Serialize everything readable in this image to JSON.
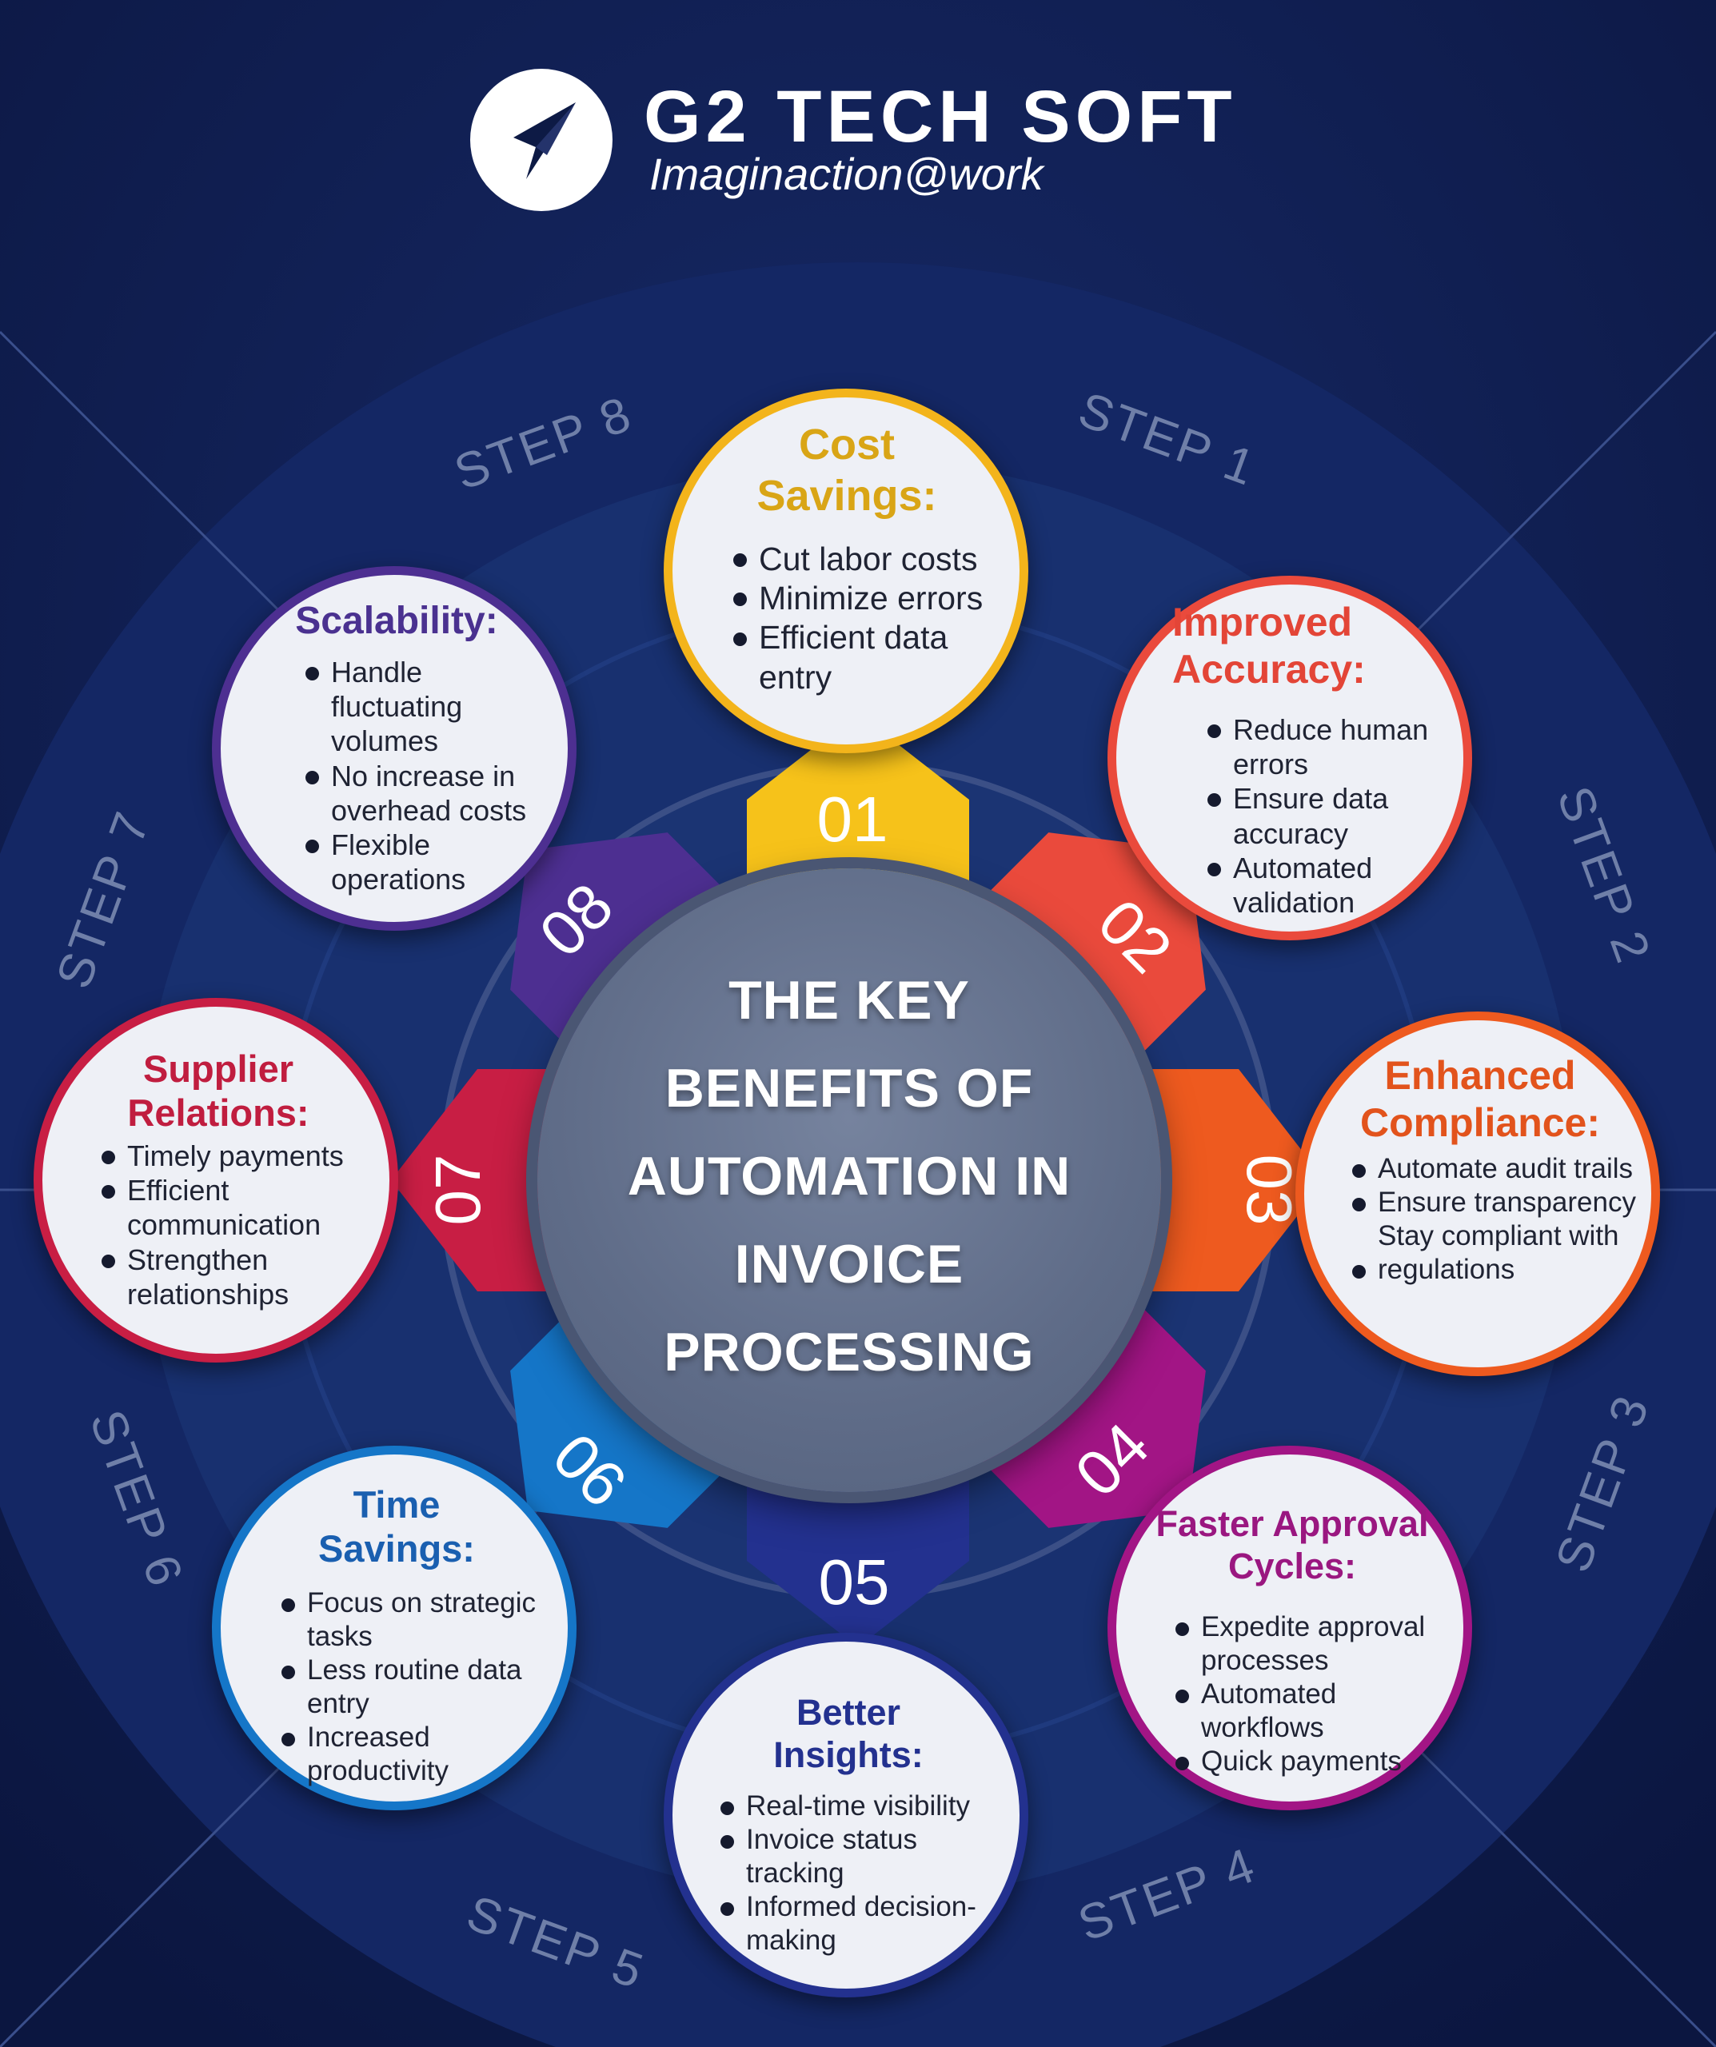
{
  "brand": {
    "name": "G2 TECH SOFT",
    "tagline": "Imaginaction@work",
    "logo_icon": "paper-plane-icon"
  },
  "center": {
    "title": "THE KEY BENEFITS OF AUTOMATION IN INVOICE PROCESSING"
  },
  "steps": [
    "STEP 1",
    "STEP 2",
    "STEP 3",
    "STEP 4",
    "STEP 5",
    "STEP 6",
    "STEP 7",
    "STEP 8"
  ],
  "benefits": [
    {
      "number": "01",
      "title": "Cost Savings:",
      "color": "#f3b41b",
      "items": [
        "Cut labor costs",
        "Minimize errors",
        "Efficient data entry"
      ]
    },
    {
      "number": "02",
      "title": "Improved Accuracy:",
      "color": "#ea4a3c",
      "items": [
        "Reduce human errors",
        "Ensure data accuracy",
        "Automated validation"
      ]
    },
    {
      "number": "03",
      "title": "Enhanced Compliance:",
      "color": "#ee5a1f",
      "items": [
        "Automate audit trails",
        "Ensure transparency Stay compliant with",
        "regulations"
      ]
    },
    {
      "number": "04",
      "title": "Faster Approval Cycles:",
      "color": "#a21585",
      "items": [
        "Expedite approval processes",
        "Automated workflows",
        "Quick payments"
      ]
    },
    {
      "number": "05",
      "title": "Better Insights:",
      "color": "#23318f",
      "items": [
        "Real-time visibility",
        "Invoice status tracking",
        "Informed decision-making"
      ]
    },
    {
      "number": "06",
      "title": "Time Savings:",
      "color": "#1576c8",
      "items": [
        "Focus on strategic tasks",
        "Less routine data entry",
        "Increased productivity"
      ]
    },
    {
      "number": "07",
      "title": "Supplier Relations:",
      "color": "#c81e44",
      "items": [
        "Timely payments",
        "Efficient communication",
        "Strengthen relationships"
      ]
    },
    {
      "number": "08",
      "title": "Scalability:",
      "color": "#4d2f91",
      "items": [
        "Handle fluctuating volumes",
        "No increase in overhead costs",
        "Flexible operations"
      ]
    }
  ]
}
